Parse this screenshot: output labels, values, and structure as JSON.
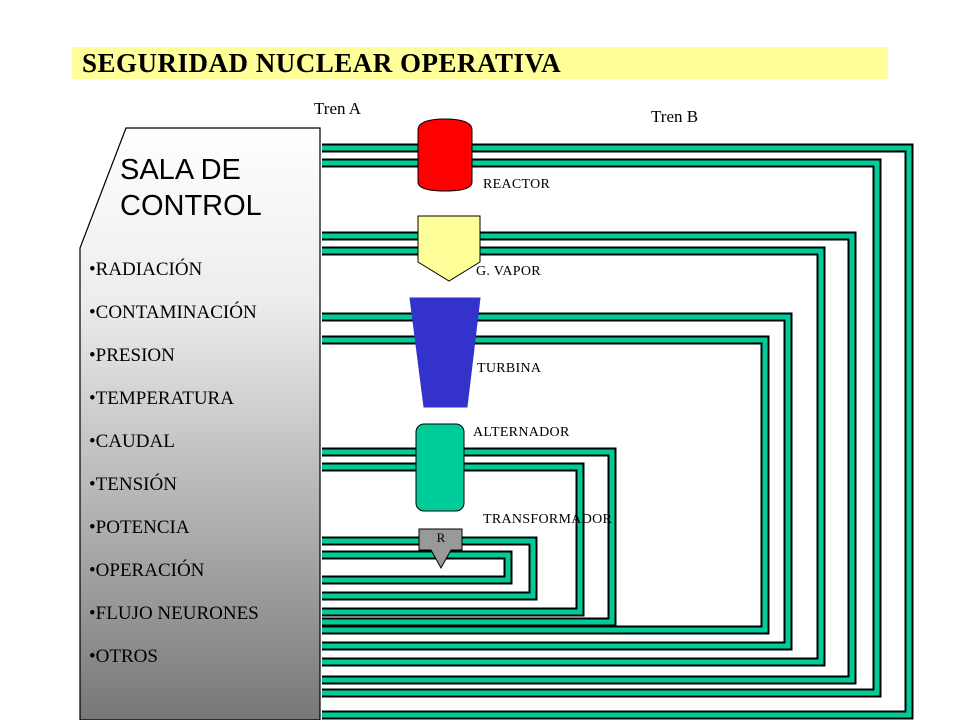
{
  "title": "SEGURIDAD NUCLEAR OPERATIVA",
  "trains": {
    "a": "Tren  A",
    "b": "Tren  B"
  },
  "control_room": {
    "title_line1": "SALA DE",
    "title_line2": "CONTROL",
    "parameters": [
      "RADIACIÓN",
      "CONTAMINACIÓN",
      "PRESION",
      "TEMPERATURA",
      "CAUDAL",
      "TENSIÓN",
      "POTENCIA",
      "OPERACIÓN",
      "FLUJO  NEURONES",
      "OTROS"
    ]
  },
  "components": {
    "reactor": "REACTOR",
    "steam_generator": "G. VAPOR",
    "turbine": "TURBINA",
    "alternator": "ALTERNADOR",
    "transformer": "TRANSFORMADOR",
    "relay": "R"
  },
  "colors": {
    "title_background": "#ffff99",
    "reactor": "#ff0000",
    "steam_generator": "#ffff99",
    "turbine": "#3333cc",
    "alternator": "#00cc99",
    "signal_lines": "#00cc99",
    "control_panel_top": "#ffffff",
    "control_panel_bottom": "#777777"
  }
}
